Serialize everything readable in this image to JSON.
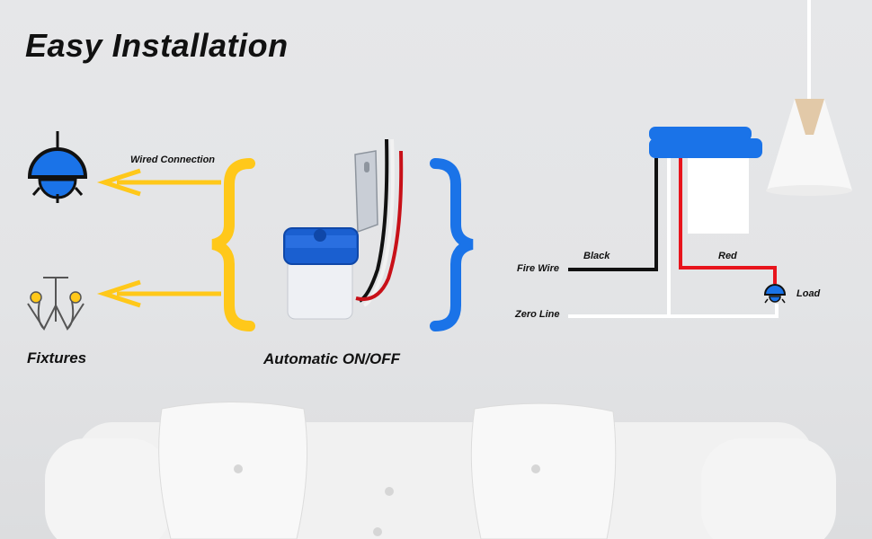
{
  "title": "Easy Installation",
  "labels": {
    "wired_connection": "Wired Connection",
    "fixtures": "Fixtures",
    "automatic": "Automatic ON/OFF"
  },
  "wiring": {
    "fire_wire": "Fire Wire",
    "zero_line": "Zero Line",
    "black": "Black",
    "red": "Red",
    "load": "Load"
  },
  "colors": {
    "accent_yellow": "#ffc81a",
    "accent_blue": "#1a73e8",
    "wire_black": "#111111",
    "wire_red": "#e8141c",
    "wire_white": "#ffffff"
  },
  "icons": [
    "pendant-lamp-icon",
    "chandelier-icon",
    "arrow-left-icon",
    "light-sensor-switch-icon",
    "ceiling-lamp-icon"
  ]
}
